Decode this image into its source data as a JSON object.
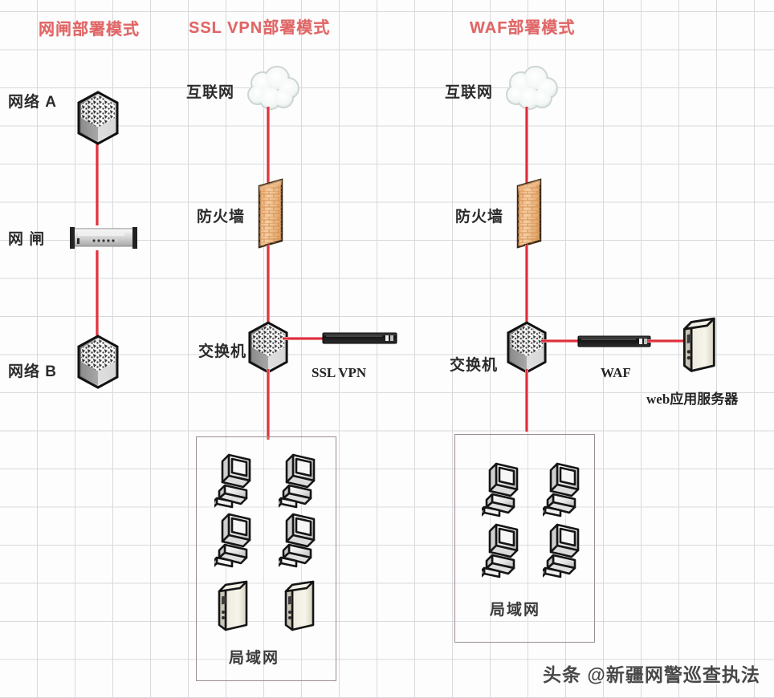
{
  "diagram": {
    "titles": [
      {
        "id": "gap",
        "text": "网闸部署模式"
      },
      {
        "id": "sslvpn",
        "text": "SSL VPN部署模式"
      },
      {
        "id": "waf",
        "text": "WAF部署模式"
      }
    ],
    "accent_color": "#e06666",
    "link_color": "#d81b28",
    "grid_color": "#d7d9dd",
    "column_gap": {
      "title": "网闸部署模式",
      "nodes": [
        {
          "name": "网络 A",
          "icon": "network-cloud-icon"
        },
        {
          "name": "网 闸",
          "icon": "rack-appliance-icon"
        },
        {
          "name": "网络 B",
          "icon": "network-cloud-icon"
        }
      ]
    },
    "column_sslvpn": {
      "title": "SSL VPN部署模式",
      "nodes": [
        {
          "name": "互联网",
          "icon": "cloud-icon"
        },
        {
          "name": "防火墙",
          "icon": "firewall-brick-icon"
        },
        {
          "name": "交换机",
          "icon": "switch-icon"
        },
        {
          "name": "SSL VPN",
          "icon": "black-appliance-icon"
        },
        {
          "name": "局域网",
          "icon": "lan-box-icon"
        }
      ],
      "lan_contents": {
        "label": "局域网",
        "workstations": 4,
        "servers": 2
      }
    },
    "column_waf": {
      "title": "WAF部署模式",
      "nodes": [
        {
          "name": "互联网",
          "icon": "cloud-icon"
        },
        {
          "name": "防火墙",
          "icon": "firewall-brick-icon"
        },
        {
          "name": "交换机",
          "icon": "switch-icon"
        },
        {
          "name": "WAF",
          "icon": "black-appliance-icon"
        },
        {
          "name": "web应用服务器",
          "icon": "tower-server-icon"
        },
        {
          "name": "局域网",
          "icon": "lan-box-icon"
        }
      ],
      "lan_contents": {
        "label": "局域网",
        "workstations": 4,
        "servers": 0
      }
    },
    "watermark": "头条 @新疆网警巡查执法"
  }
}
